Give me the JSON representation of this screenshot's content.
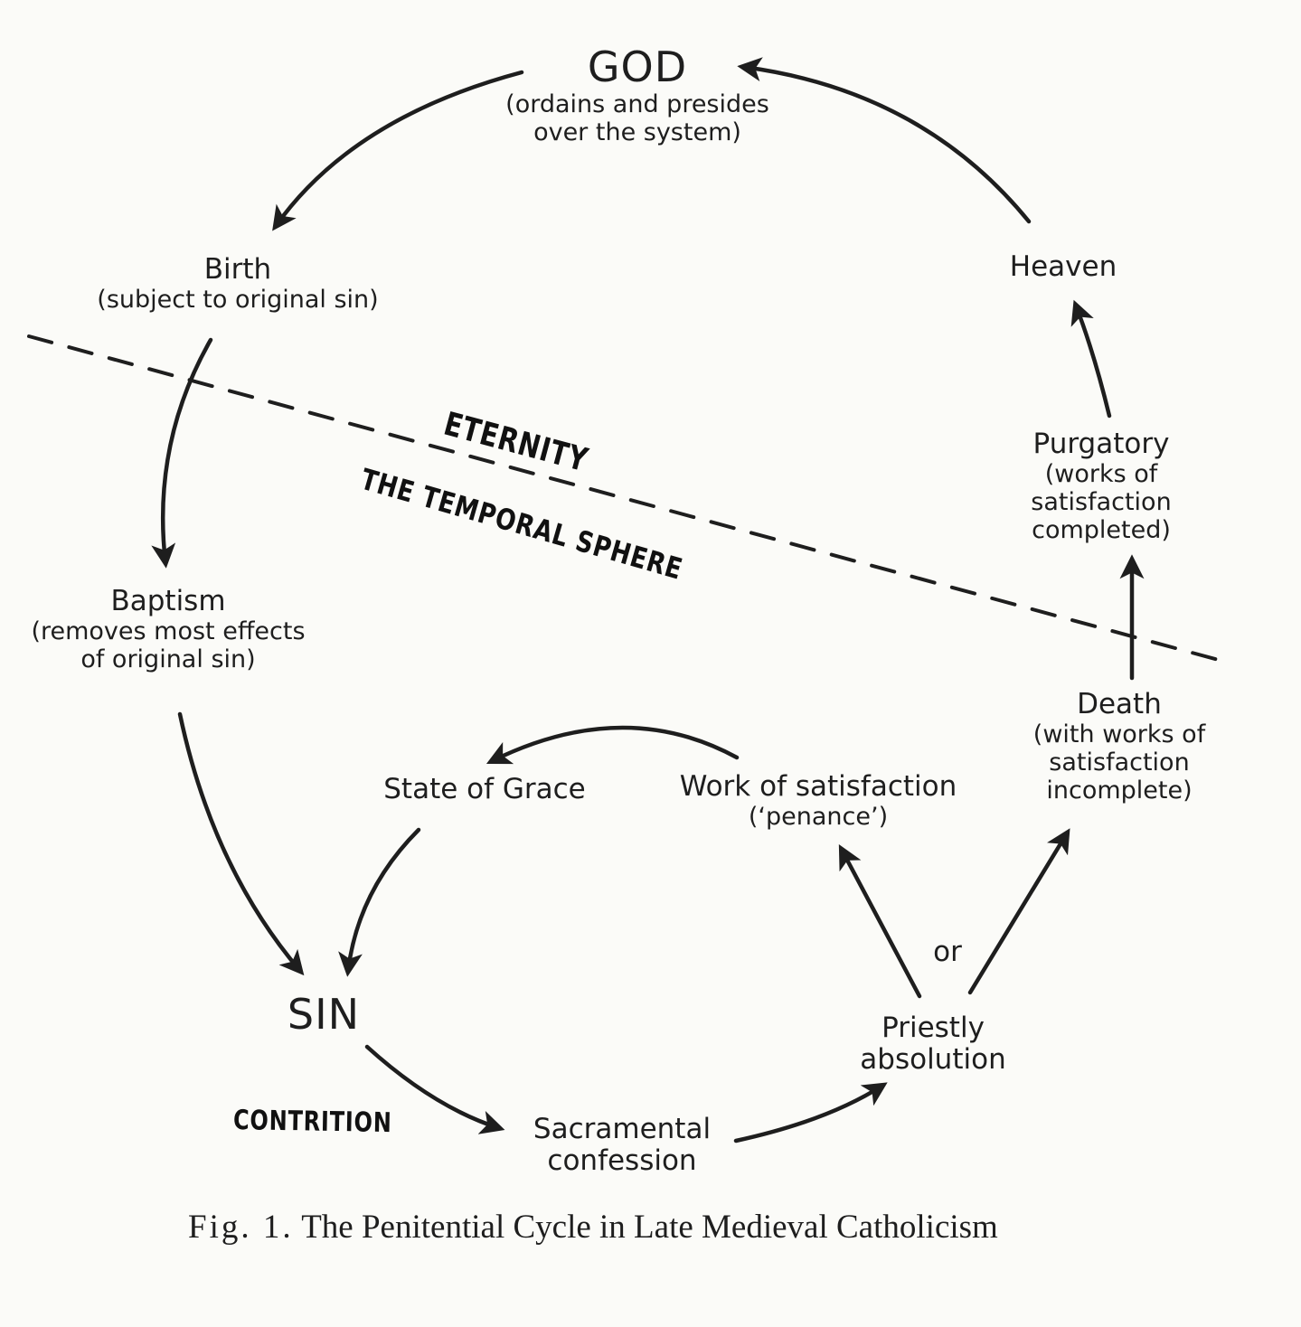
{
  "nodes": {
    "god": {
      "title": "GOD",
      "sub1": "(ordains and presides",
      "sub2": "over the system)"
    },
    "birth": {
      "title": "Birth",
      "sub1": "(subject to original sin)"
    },
    "heaven": {
      "title": "Heaven"
    },
    "purgatory": {
      "title": "Purgatory",
      "sub1": "(works of",
      "sub2": "satisfaction",
      "sub3": "completed)"
    },
    "baptism": {
      "title": "Baptism",
      "sub1": "(removes most effects",
      "sub2": "of original sin)"
    },
    "death": {
      "title": "Death",
      "sub1": "(with works of",
      "sub2": "satisfaction",
      "sub3": "incomplete)"
    },
    "state_of_grace": {
      "title": "State of Grace"
    },
    "work_of_satisfaction": {
      "title": "Work of satisfaction",
      "sub1": "(‘penance’)"
    },
    "sin": {
      "title": "SIN"
    },
    "or": {
      "title": "or"
    },
    "priestly_absolution": {
      "title": "Priestly",
      "sub1": "absolution"
    },
    "sacramental_confession": {
      "title": "Sacramental",
      "sub1": "confession"
    }
  },
  "handwritten": {
    "eternity": "ETERNITY",
    "temporal": "THE TEMPORAL SPHERE",
    "contrition": "CONTRITION"
  },
  "caption": {
    "fig": "Fig. 1.",
    "text": "The Penitential Cycle in Late Medieval Catholicism"
  }
}
